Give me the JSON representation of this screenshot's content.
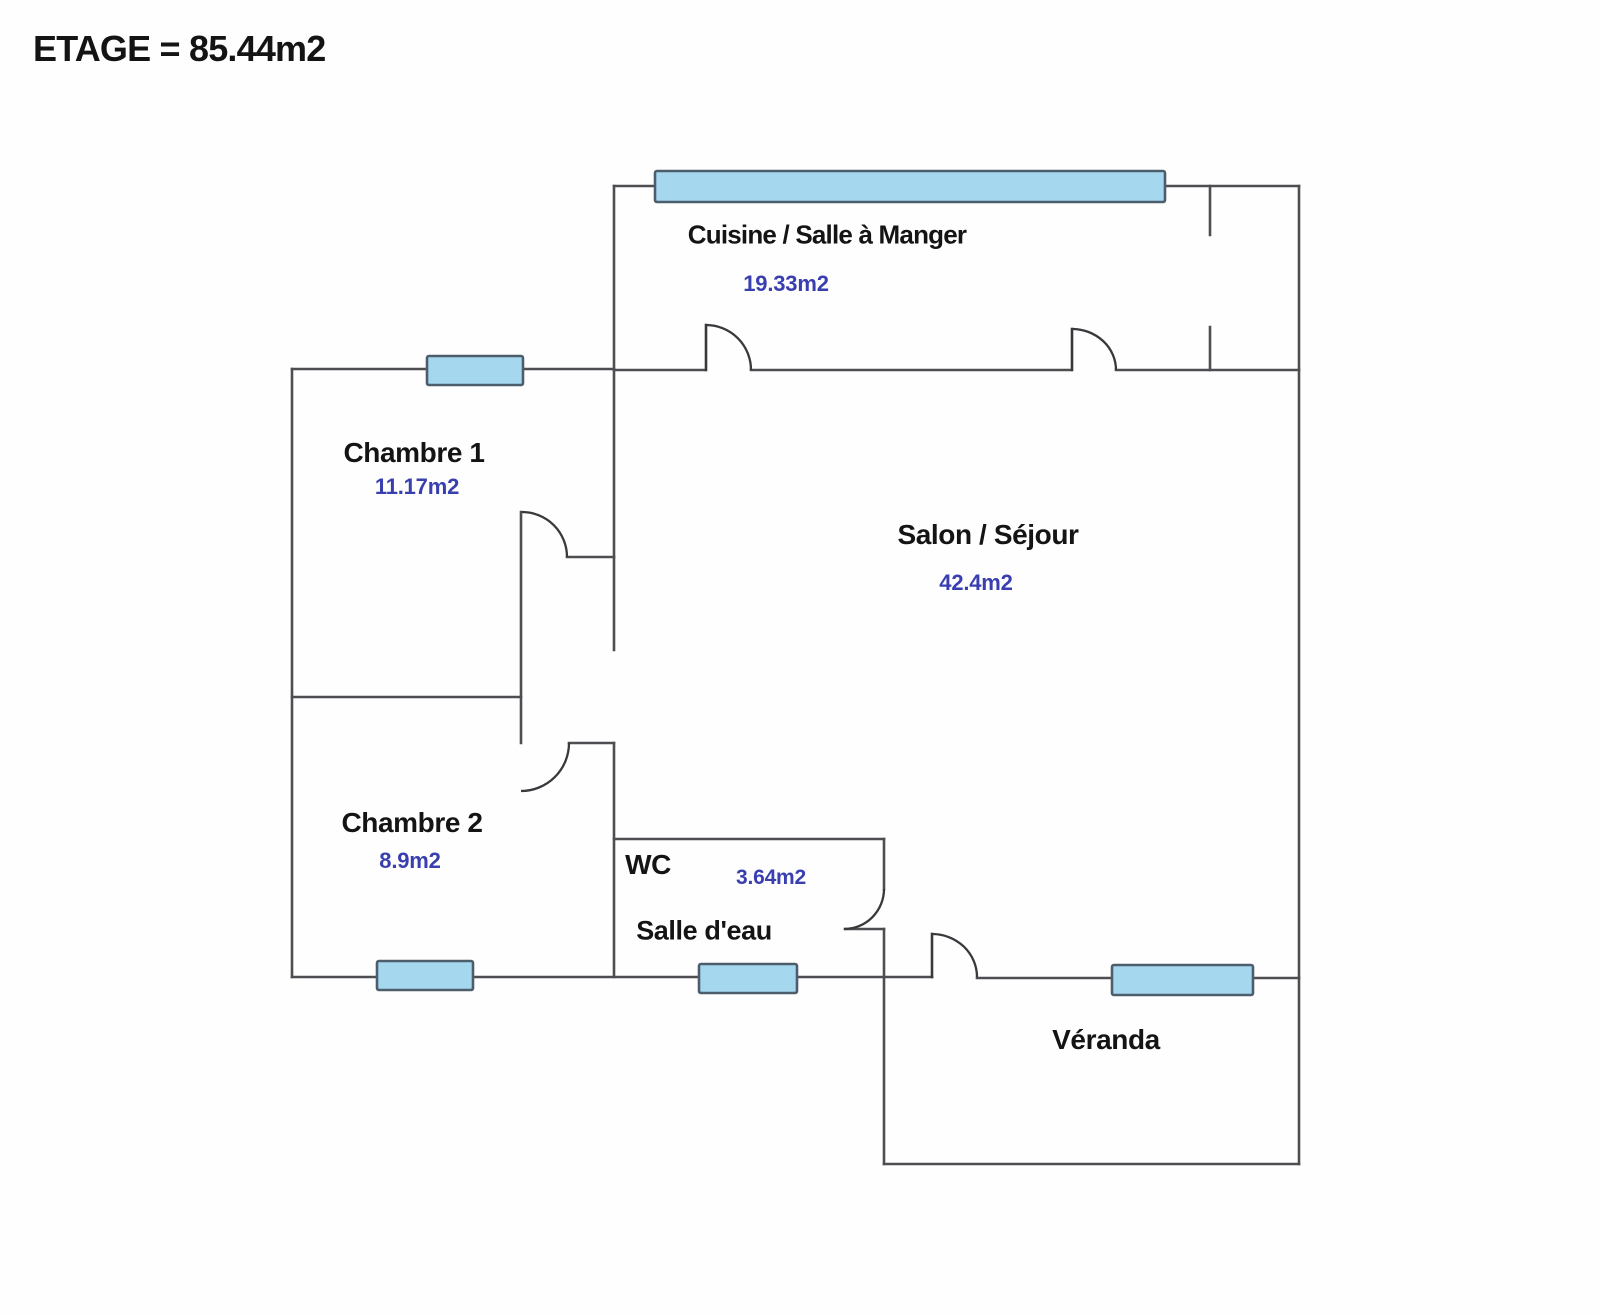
{
  "title": "ETAGE = 85.44m2",
  "rooms": {
    "cuisine": {
      "label": "Cuisine / Salle à Manger",
      "area": "19.33m2"
    },
    "chambre1": {
      "label": "Chambre 1",
      "area": "11.17m2"
    },
    "salon": {
      "label": "Salon / Séjour",
      "area": "42.4m2"
    },
    "chambre2": {
      "label": "Chambre 2",
      "area": "8.9m2"
    },
    "wc": {
      "label": "WC",
      "area": "3.64m2"
    },
    "salle_eau": {
      "label": "Salle d'eau"
    },
    "veranda": {
      "label": "Véranda"
    }
  },
  "colors": {
    "wall_color": "#4e4e52",
    "arc_color": "#39393d",
    "window_fill": "#a5d8ef",
    "window_border": "#4c5d6b",
    "label_color": "#141414",
    "area_color": "#3a3fb0",
    "bg_color": "#fefefe"
  }
}
